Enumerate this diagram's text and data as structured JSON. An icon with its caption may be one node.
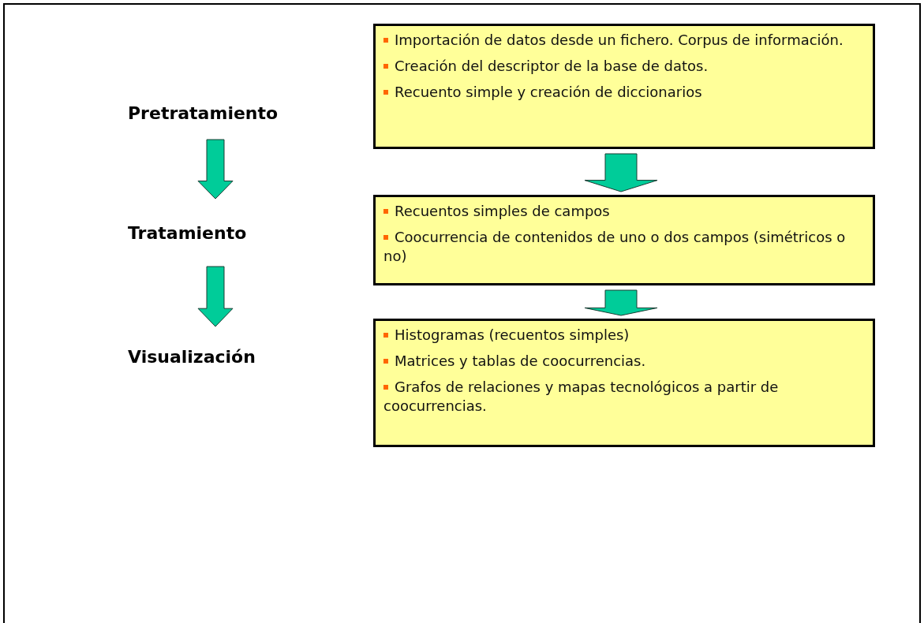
{
  "diagram": {
    "nodes": [
      {
        "text": [
          "Pretratamiento"
        ]
      },
      {
        "text": [
          "Tratamiento"
        ]
      },
      {
        "text": [
          "Visualización"
        ]
      },
      {
        "text": [
          "Importación de datos desde un fichero. Corpus de información.",
          "Creación del descriptor de la base de datos.",
          "Recuento simple y creación de diccionarios"
        ]
      },
      {
        "text": [
          "Recuentos simples de campos",
          "Coocurrencia de contenidos de uno o dos campos (simétricos o no)"
        ]
      },
      {
        "text": [
          "Histogramas (recuentos simples)",
          "Matrices y tablas de coocurrencias.",
          "Grafos de relaciones y mapas tecnológicos a partir de coocurrencias."
        ]
      }
    ],
    "edges": [
      {
        "from": 0,
        "to": 1,
        "arrow": "to"
      },
      {
        "from": 1,
        "to": 2,
        "arrow": "to"
      },
      {
        "from": 3,
        "to": 4,
        "arrow": "to"
      },
      {
        "from": 4,
        "to": 5,
        "arrow": "to"
      }
    ]
  }
}
